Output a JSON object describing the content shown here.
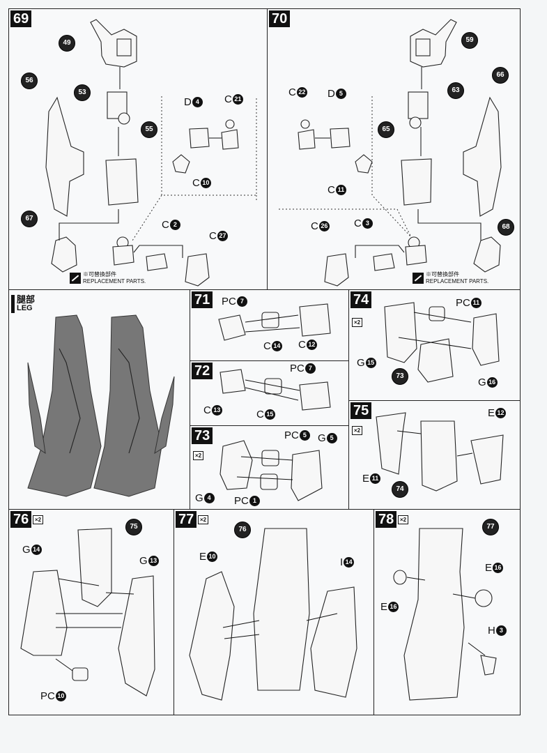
{
  "steps": {
    "s69": {
      "number": "69"
    },
    "s70": {
      "number": "70"
    },
    "s71": {
      "number": "71"
    },
    "s72": {
      "number": "72"
    },
    "s73": {
      "number": "73",
      "qty": "×2"
    },
    "s74": {
      "number": "74",
      "qty": "×2"
    },
    "s75": {
      "number": "75",
      "qty": "×2"
    },
    "s76": {
      "number": "76",
      "qty": "×2"
    },
    "s77": {
      "number": "77",
      "qty": "×2"
    },
    "s78": {
      "number": "78",
      "qty": "×2"
    }
  },
  "leg_section": {
    "title_cn": "腿部",
    "title_en": "LEG"
  },
  "replacement": {
    "line1": "※可替換部件",
    "line2": "REPLACEMENT PARTS."
  },
  "part_refs": {
    "p49": "49",
    "p56": "56",
    "p53": "53",
    "p55": "55",
    "p67": "67",
    "p59": "59",
    "p66": "66",
    "p63": "63",
    "p65": "65",
    "p68": "68",
    "p75": "75",
    "p76": "76",
    "p77": "77"
  },
  "labels": {
    "s69": [
      {
        "letter": "D",
        "num": "4"
      },
      {
        "letter": "C",
        "num": "21"
      },
      {
        "letter": "C",
        "num": "10"
      },
      {
        "letter": "C",
        "num": "2"
      },
      {
        "letter": "C",
        "num": "27"
      }
    ],
    "s70": [
      {
        "letter": "C",
        "num": "22"
      },
      {
        "letter": "D",
        "num": "5"
      },
      {
        "letter": "C",
        "num": "11"
      },
      {
        "letter": "C",
        "num": "26"
      },
      {
        "letter": "C",
        "num": "3"
      }
    ],
    "s71": [
      {
        "letter": "PC",
        "num": "7"
      },
      {
        "letter": "C",
        "num": "14"
      },
      {
        "letter": "C",
        "num": "12"
      }
    ],
    "s72": [
      {
        "letter": "PC",
        "num": "7"
      },
      {
        "letter": "C",
        "num": "13"
      },
      {
        "letter": "C",
        "num": "15"
      }
    ],
    "s73": [
      {
        "letter": "PC",
        "num": "5"
      },
      {
        "letter": "G",
        "num": "5"
      },
      {
        "letter": "G",
        "num": "4"
      },
      {
        "letter": "PC",
        "num": "1"
      }
    ],
    "s74": [
      {
        "letter": "PC",
        "num": "11"
      },
      {
        "letter": "G",
        "num": "15"
      },
      {
        "letter": "G",
        "num": "16"
      }
    ],
    "s74_ref": "73",
    "s75": [
      {
        "letter": "E",
        "num": "12"
      },
      {
        "letter": "E",
        "num": "11"
      }
    ],
    "s75_ref": "74",
    "s76": [
      {
        "letter": "G",
        "num": "14"
      },
      {
        "letter": "G",
        "num": "13"
      },
      {
        "letter": "PC",
        "num": "10"
      }
    ],
    "s77": [
      {
        "letter": "E",
        "num": "10"
      },
      {
        "letter": "I",
        "num": "14"
      }
    ],
    "s78": [
      {
        "letter": "E",
        "num": "16"
      },
      {
        "letter": "E",
        "num": "16"
      },
      {
        "letter": "H",
        "num": "3"
      }
    ]
  }
}
